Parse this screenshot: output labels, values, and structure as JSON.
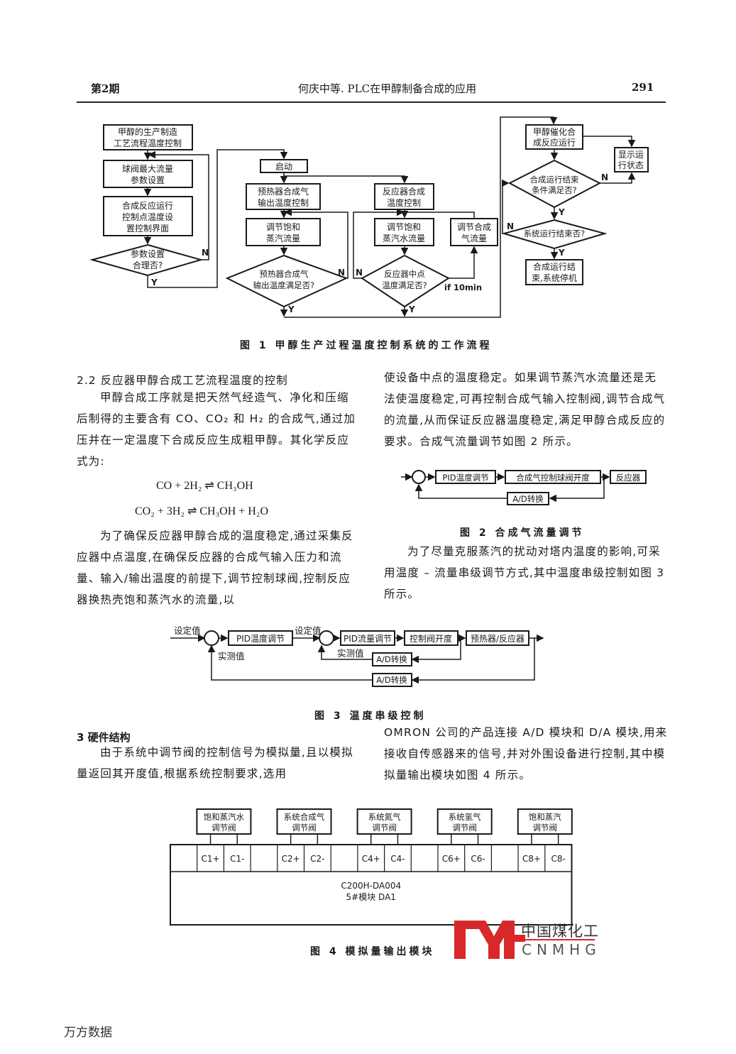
{
  "header": {
    "issue": "第2期",
    "running_title": "何庆中等. PLC在甲醇制备合成的应用",
    "page_number": "291"
  },
  "figure1": {
    "caption": "图 1   甲醇生产过程温度控制系统的工作流程",
    "left": {
      "start_box": [
        "甲醇的生产制造",
        "工艺流程温度控制"
      ],
      "param_box": [
        "球阀最大流量",
        "参数设置"
      ],
      "ui_box": [
        "合成反应运行",
        "控制点温度设",
        "置控制界面"
      ],
      "decision": [
        "参数设置",
        "合理否?"
      ],
      "yes": "Y",
      "no": "N"
    },
    "middle": {
      "start": "启动",
      "preheater_box": [
        "预热器合成气",
        "输出温度控制"
      ],
      "steam_box": [
        "调节饱和",
        "蒸汽流量"
      ],
      "preheater_decision": [
        "预热器合成气",
        "输出温度满足否?"
      ],
      "reactor_box": [
        "反应器合成",
        "温度控制"
      ],
      "water_box": [
        "调节饱和",
        "蒸汽水流量"
      ],
      "gas_box": [
        "调节合成",
        "气流量"
      ],
      "reactor_decision": [
        "反应器中点",
        "温度满足否?"
      ],
      "timeout_label": "if 10min",
      "yes": "Y",
      "no": "N"
    },
    "right": {
      "run_box": [
        "甲醇催化合",
        "成反应运行"
      ],
      "status_box": [
        "显示运",
        "行状态"
      ],
      "end_cond_decision": [
        "合成运行结束",
        "条件满足否?"
      ],
      "sys_end_decision": "系统运行结束否?",
      "stop_box": [
        "合成运行结",
        "束,系统停机"
      ],
      "yes": "Y",
      "no": "N"
    }
  },
  "section_2_2": {
    "title": "2.2   反应器甲醇合成工艺流程温度的控制",
    "para1": "甲醇合成工序就是把天然气经造气、净化和压缩后制得的主要含有 CO、CO₂ 和 H₂ 的合成气,通过加压并在一定温度下合成反应生成粗甲醇。其化学反应式为:",
    "equation1": "CO + 2H₂ ⇌ CH₃OH",
    "equation2": "CO₂ + 3H₂ ⇌ CH₃OH + H₂O",
    "para2": "为了确保反应器甲醇合成的温度稳定,通过采集反应器中点温度,在确保反应器的合成气输入压力和流量、输入/输出温度的前提下,调节控制球阀,控制反应器换热壳饱和蒸汽水的流量,以",
    "para3": "使设备中点的温度稳定。如果调节蒸汽水流量还是无法使温度稳定,可再控制合成气输入控制阀,调节合成气的流量,从而保证反应器温度稳定,满足甲醇合成反应的要求。合成气流量调节如图 2 所示。",
    "para4": "为了尽量克服蒸汽的扰动对塔内温度的影响,可采用温度 – 流量串级调节方式,其中温度串级控制如图 3 所示。"
  },
  "figure2": {
    "caption": "图 2   合成气流量调节",
    "blocks": [
      "PID温度调节",
      "合成气控制球阀开度",
      "反应器"
    ],
    "feedback": "A/D转换"
  },
  "figure3": {
    "caption": "图 3   温度串级控制",
    "setpoint1": "设定值",
    "setpoint2": "设定值",
    "measured1": "实测值",
    "measured2": "实测值",
    "blocks": [
      "PID温度调节",
      "PID流量调节",
      "控制阀开度",
      "预热器/反应器"
    ],
    "inner_feedback": "A/D转换",
    "outer_feedback": "A/D转换"
  },
  "section_3": {
    "title": "3   硬件结构",
    "para1": "由于系统中调节阀的控制信号为模拟量,且以模拟量返回其开度值,根据系统控制要求,选用",
    "para2": "OMRON 公司的产品连接 A/D 模块和 D/A 模块,用来接收自传感器来的信号,并对外围设备进行控制,其中模拟量输出模块如图 4 所示。"
  },
  "figure4": {
    "caption": "图 4   模拟量输出模块",
    "valves": [
      [
        "饱和蒸汽水",
        "调节阀"
      ],
      [
        "系统合成气",
        "调节阀"
      ],
      [
        "系统氮气",
        "调节阀"
      ],
      [
        "系统氢气",
        "调节阀"
      ],
      [
        "饱和蒸汽",
        "调节阀"
      ]
    ],
    "terminals": [
      "",
      "C1+",
      "C1-",
      "",
      "C2+",
      "C2-",
      "",
      "C4+",
      "C4-",
      "",
      "C6+",
      "C6-",
      "",
      "C8+",
      "C8-"
    ],
    "module_model": "C200H-DA004",
    "module_name": "5#模块 DA1"
  },
  "watermark": {
    "logo_cn": "中国煤化工",
    "logo_en": "CNMHG",
    "logo_color": "#d8282a"
  },
  "footer": {
    "source": "万方数据"
  }
}
